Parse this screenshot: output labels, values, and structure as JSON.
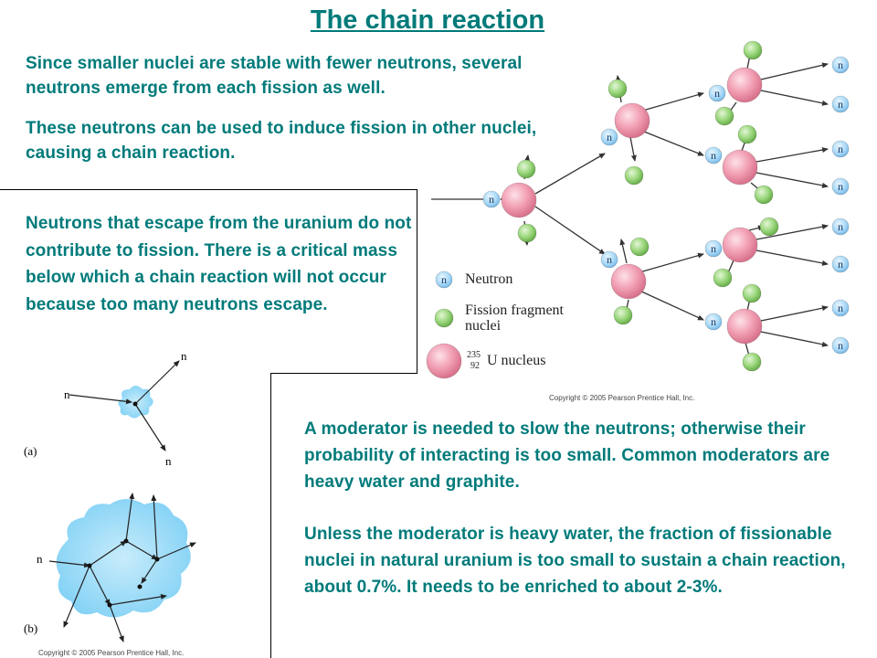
{
  "title": "The chain reaction",
  "paragraphs": {
    "p1": "Since smaller nuclei are stable with fewer neutrons, several neutrons emerge from each fission as well.",
    "p2": "These neutrons can be used to induce fission in other nuclei, causing a chain reaction.",
    "p3": "Neutrons that escape from the uranium do not contribute to fission. There is a critical mass below which a chain reaction will not occur because too many neutrons escape.",
    "p4": "A moderator is needed to slow the neutrons; otherwise their probability of interacting is too small. Common moderators are heavy water and graphite.",
    "p5": "Unless the moderator is heavy water, the fraction of fissionable nuclei in natural uranium is too small to sustain a chain reaction, about 0.7%.  It needs to be enriched to about 2-3%."
  },
  "legend": {
    "neutron": "Neutron",
    "fragment_line1": "Fission fragment",
    "fragment_line2": "nuclei",
    "mass_number": "235",
    "atomic_number": "92",
    "uranium": "U nucleus"
  },
  "neutron_symbol": "n",
  "panel_labels": {
    "a": "(a)",
    "b": "(b)"
  },
  "copyright": "Copyright © 2005 Pearson Prentice Hall, Inc.",
  "colors": {
    "text": "#007a7a",
    "neutron": "#8fcaf0",
    "fragment": "#99d67a",
    "uranium": "#f2a0b4",
    "blob": "#7fd0f5"
  }
}
